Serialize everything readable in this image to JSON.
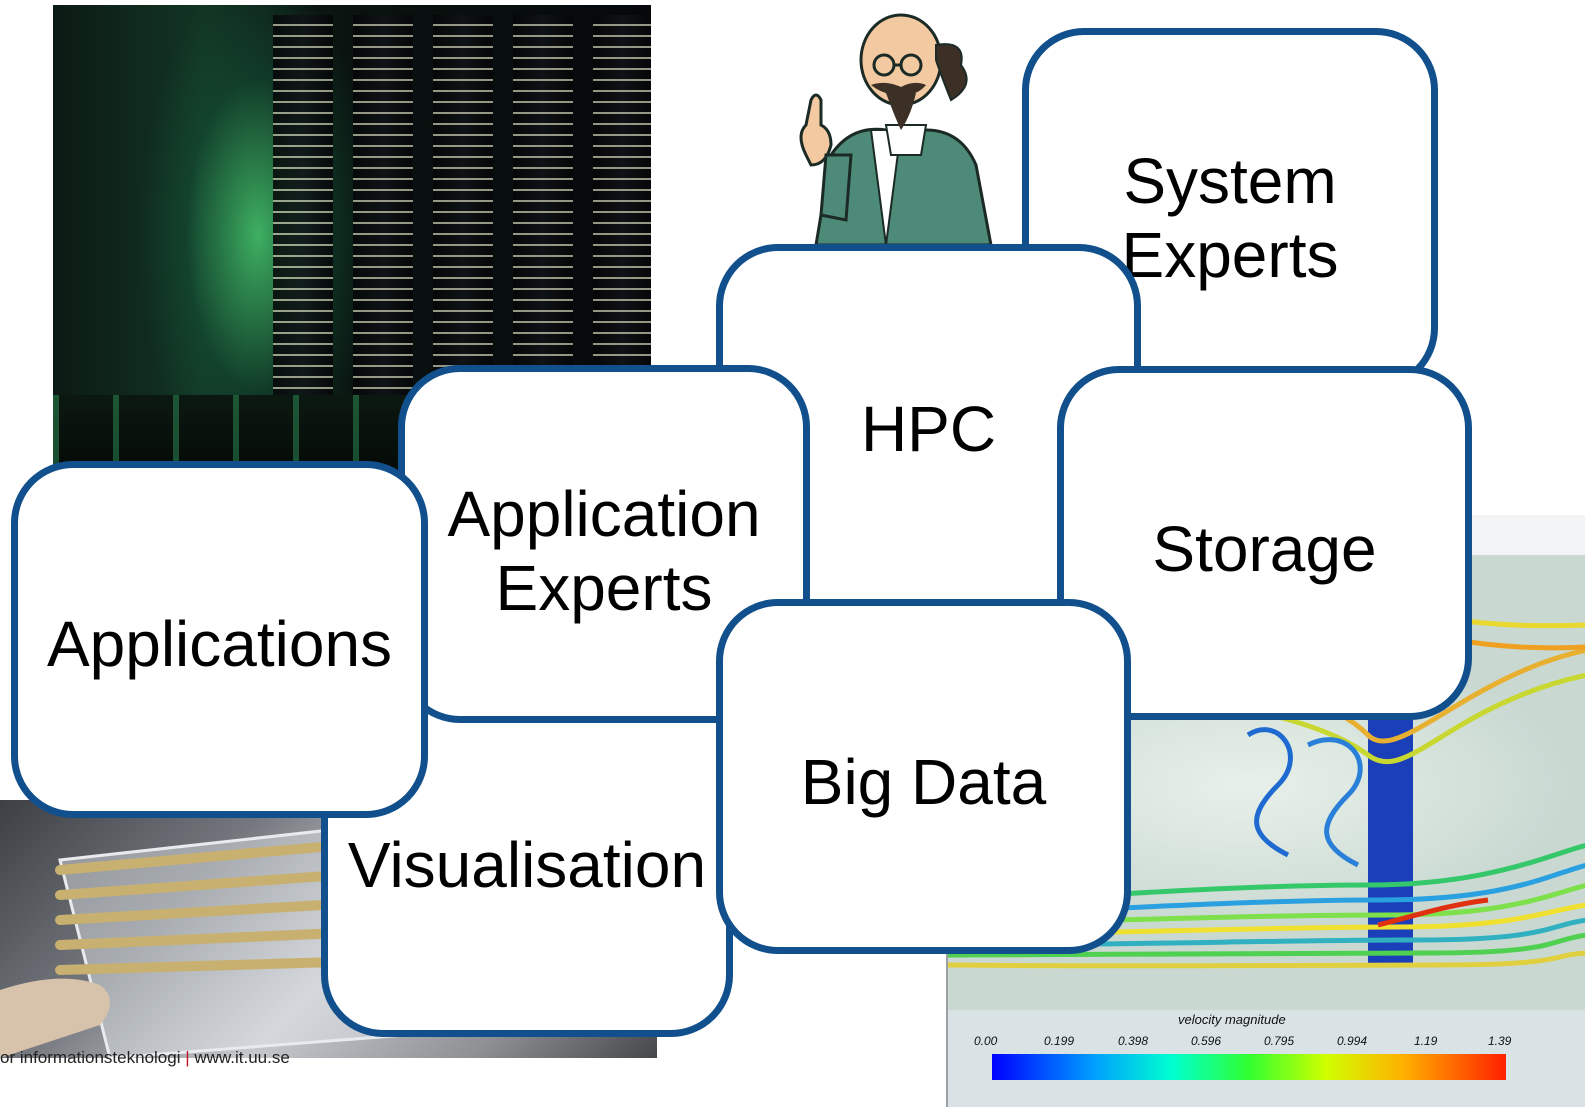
{
  "nodes": {
    "system_experts": "System\nExperts",
    "hpc": "HPC",
    "application_experts": "Application\nExperts",
    "storage": "Storage",
    "applications": "Applications",
    "big_data": "Big Data",
    "visualisation": "Visualisation"
  },
  "footer": {
    "left": "or informationsteknologi",
    "separator": "|",
    "url": "www.it.uu.se"
  },
  "colorbar": {
    "title": "velocity magnitude",
    "ticks": [
      "0.00",
      "0.199",
      "0.398",
      "0.596",
      "0.795",
      "0.994",
      "1.19",
      "1.39"
    ]
  },
  "colors": {
    "node_border": "#11508c",
    "node_fill": "#ffffff",
    "footer_separator": "#c0102a"
  }
}
